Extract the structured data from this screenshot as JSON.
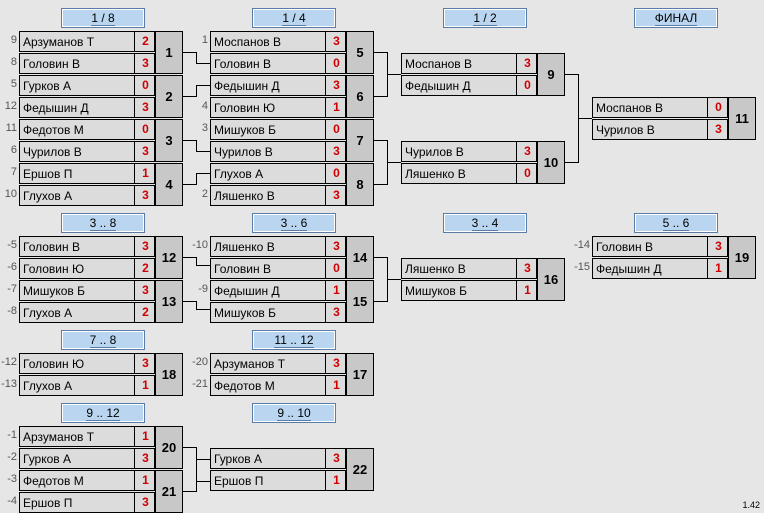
{
  "headers": [
    "1 / 8",
    "1 / 4",
    "1 / 2",
    "ФИНАЛ",
    "3 .. 8",
    "3 .. 6",
    "3 .. 4",
    "5 .. 6",
    "7 .. 8",
    "11 .. 12",
    "9 .. 12",
    "9 .. 10"
  ],
  "matches": [
    {
      "id": "1",
      "p": [
        {
          "seed": "9",
          "name": "Арзуманов Т",
          "score": "2"
        },
        {
          "seed": "8",
          "name": "Головин В",
          "score": "3"
        }
      ]
    },
    {
      "id": "2",
      "p": [
        {
          "seed": "5",
          "name": "Гурков А",
          "score": "0"
        },
        {
          "seed": "12",
          "name": "Федышин Д",
          "score": "3"
        }
      ]
    },
    {
      "id": "3",
      "p": [
        {
          "seed": "11",
          "name": "Федотов М",
          "score": "0"
        },
        {
          "seed": "6",
          "name": "Чурилов В",
          "score": "3"
        }
      ]
    },
    {
      "id": "4",
      "p": [
        {
          "seed": "7",
          "name": "Ершов П",
          "score": "1"
        },
        {
          "seed": "10",
          "name": "Глухов А",
          "score": "3"
        }
      ]
    },
    {
      "id": "5",
      "p": [
        {
          "seed": "1",
          "name": "Моспанов В",
          "score": "3"
        },
        {
          "seed": "",
          "name": "Головин В",
          "score": "0"
        }
      ]
    },
    {
      "id": "6",
      "p": [
        {
          "seed": "",
          "name": "Федышин Д",
          "score": "3"
        },
        {
          "seed": "4",
          "name": "Головин Ю",
          "score": "1"
        }
      ]
    },
    {
      "id": "7",
      "p": [
        {
          "seed": "3",
          "name": "Мишуков Б",
          "score": "0"
        },
        {
          "seed": "",
          "name": "Чурилов В",
          "score": "3"
        }
      ]
    },
    {
      "id": "8",
      "p": [
        {
          "seed": "",
          "name": "Глухов А",
          "score": "0"
        },
        {
          "seed": "2",
          "name": "Ляшенко В",
          "score": "3"
        }
      ]
    },
    {
      "id": "9",
      "p": [
        {
          "seed": "",
          "name": "Моспанов В",
          "score": "3"
        },
        {
          "seed": "",
          "name": "Федышин Д",
          "score": "0"
        }
      ]
    },
    {
      "id": "10",
      "p": [
        {
          "seed": "",
          "name": "Чурилов В",
          "score": "3"
        },
        {
          "seed": "",
          "name": "Ляшенко В",
          "score": "0"
        }
      ]
    },
    {
      "id": "11",
      "p": [
        {
          "seed": "",
          "name": "Моспанов В",
          "score": "0"
        },
        {
          "seed": "",
          "name": "Чурилов В",
          "score": "3"
        }
      ]
    },
    {
      "id": "12",
      "p": [
        {
          "seed": "-5",
          "name": "Головин В",
          "score": "3"
        },
        {
          "seed": "-6",
          "name": "Головин Ю",
          "score": "2"
        }
      ]
    },
    {
      "id": "13",
      "p": [
        {
          "seed": "-7",
          "name": "Мишуков Б",
          "score": "3"
        },
        {
          "seed": "-8",
          "name": "Глухов А",
          "score": "2"
        }
      ]
    },
    {
      "id": "14",
      "p": [
        {
          "seed": "-10",
          "name": "Ляшенко В",
          "score": "3"
        },
        {
          "seed": "",
          "name": "Головин В",
          "score": "0"
        }
      ]
    },
    {
      "id": "15",
      "p": [
        {
          "seed": "-9",
          "name": "Федышин Д",
          "score": "1"
        },
        {
          "seed": "",
          "name": "Мишуков Б",
          "score": "3"
        }
      ]
    },
    {
      "id": "16",
      "p": [
        {
          "seed": "",
          "name": "Ляшенко В",
          "score": "3"
        },
        {
          "seed": "",
          "name": "Мишуков Б",
          "score": "1"
        }
      ]
    },
    {
      "id": "19",
      "p": [
        {
          "seed": "-14",
          "name": "Головин В",
          "score": "3"
        },
        {
          "seed": "-15",
          "name": "Федышин Д",
          "score": "1"
        }
      ]
    },
    {
      "id": "18",
      "p": [
        {
          "seed": "-12",
          "name": "Головин Ю",
          "score": "3"
        },
        {
          "seed": "-13",
          "name": "Глухов А",
          "score": "1"
        }
      ]
    },
    {
      "id": "17",
      "p": [
        {
          "seed": "-20",
          "name": "Арзуманов Т",
          "score": "3"
        },
        {
          "seed": "-21",
          "name": "Федотов М",
          "score": "1"
        }
      ]
    },
    {
      "id": "20",
      "p": [
        {
          "seed": "-1",
          "name": "Арзуманов Т",
          "score": "1"
        },
        {
          "seed": "-2",
          "name": "Гурков А",
          "score": "3"
        }
      ]
    },
    {
      "id": "21",
      "p": [
        {
          "seed": "-3",
          "name": "Федотов М",
          "score": "1"
        },
        {
          "seed": "-4",
          "name": "Ершов П",
          "score": "3"
        }
      ]
    },
    {
      "id": "22",
      "p": [
        {
          "seed": "",
          "name": "Гурков А",
          "score": "3"
        },
        {
          "seed": "",
          "name": "Ершов П",
          "score": "1"
        }
      ]
    }
  ],
  "version": "1.42"
}
